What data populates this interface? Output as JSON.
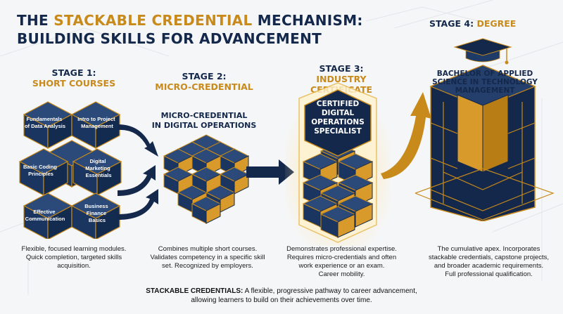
{
  "title": {
    "line1_prefix": "THE ",
    "line1_highlight": "STACKABLE CREDENTIAL",
    "line1_suffix": " MECHANISM:",
    "line2": "BUILDING SKILLS FOR ADVANCEMENT"
  },
  "stages": [
    {
      "label": "STAGE 1:",
      "name": "SHORT COURSES",
      "courses": [
        {
          "line1": "Fundamentals",
          "line2": "of Data Analysis"
        },
        {
          "line1": "Intro to Project",
          "line2": "Management"
        },
        {
          "line1": "Basic Coding",
          "line2": "Principles"
        },
        {
          "line1": "Digital",
          "line2": "Marketing",
          "line3": "Essentials"
        },
        {
          "line1": "Effective",
          "line2": "Communication"
        },
        {
          "line1": "Business",
          "line2": "Finance",
          "line3": "Basics"
        }
      ],
      "description": [
        "Flexible, focused learning modules.",
        "Quick completion, targeted skills",
        "acquisition."
      ]
    },
    {
      "label": "STAGE 2:",
      "name": "MICRO-CREDENTIAL",
      "block_title": [
        "MICRO-CREDENTIAL",
        "IN DIGITAL OPERATIONS"
      ],
      "description": [
        "Combines multiple short courses.",
        "Validates competency in a specific skill",
        "set. Recognized by employers."
      ]
    },
    {
      "label": "STAGE 3:",
      "name": "INDUSTRY CERTIFICATE",
      "block_title": [
        "CERTIFIED",
        "DIGITAL",
        "OPERATIONS",
        "SPECIALIST"
      ],
      "description": [
        "Demonstrates professional expertise.",
        "Requires micro-credentials and often",
        "work experience or an exam.",
        "Career mobility."
      ]
    },
    {
      "label": "STAGE 4:",
      "name": "DEGREE",
      "block_title": [
        "BACHELOR OF APPLIED",
        "SCIENCE IN TECHNOLOGY",
        "MANAGEMENT"
      ],
      "description": [
        "The cumulative apex. Incorporates",
        "stackable credentials, capstone projects,",
        "and broader academic requirements.",
        "Full professional qualification."
      ]
    }
  ],
  "footer": {
    "bold": "STACKABLE CREDENTIALS:",
    "line1_rest": " A flexible, progressive pathway to career advancement,",
    "line2": "allowing learners to build on their achievements over time."
  },
  "colors": {
    "navy": "#14284b",
    "gold": "#c88a1a",
    "navy_face": "#1e3a66",
    "gold_face": "#d89a2a"
  },
  "icons": [
    "graduation-cap-icon",
    "curved-arrow-icon",
    "right-arrow-icon"
  ]
}
